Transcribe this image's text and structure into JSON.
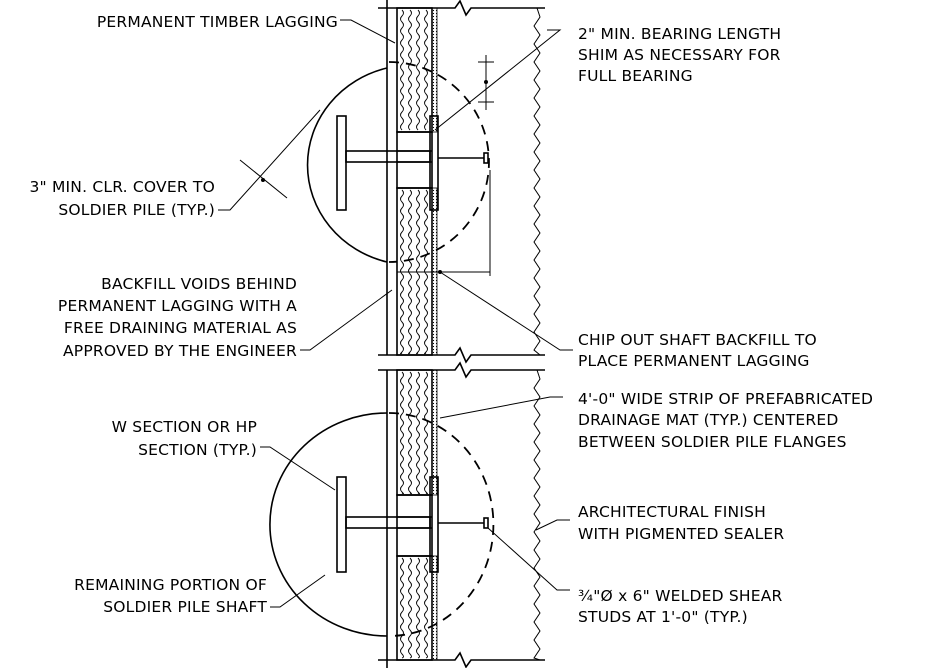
{
  "labels": {
    "timber_lagging": "PERMANENT TIMBER LAGGING",
    "bearing_1": "2\" MIN. BEARING LENGTH",
    "bearing_2": "SHIM AS NECESSARY FOR",
    "bearing_3": "FULL BEARING",
    "cover_1": "3\" MIN. CLR. COVER TO",
    "cover_2": "SOLDIER PILE (TYP.)",
    "backfill_1": "BACKFILL VOIDS BEHIND",
    "backfill_2": "PERMANENT LAGGING WITH A",
    "backfill_3": "FREE DRAINING MATERIAL AS",
    "backfill_4": "APPROVED BY THE ENGINEER",
    "chip_1": "CHIP OUT SHAFT BACKFILL TO",
    "chip_2": "PLACE PERMANENT LAGGING",
    "drain_1": "4'-0\" WIDE STRIP OF PREFABRICATED",
    "drain_2": "DRAINAGE MAT (TYP.) CENTERED",
    "drain_3": "BETWEEN SOLDIER PILE FLANGES",
    "wsection_1": "W SECTION OR HP",
    "wsection_2": "SECTION (TYP.)",
    "finish_1": "ARCHITECTURAL FINISH",
    "finish_2": "WITH PIGMENTED SEALER",
    "shaft_1": "REMAINING PORTION OF",
    "shaft_2": "SOLDIER PILE SHAFT",
    "studs_1": "¾\"Ø x 6\" WELDED SHEAR",
    "studs_2": "STUDS AT 1'-0\" (TYP.)"
  }
}
